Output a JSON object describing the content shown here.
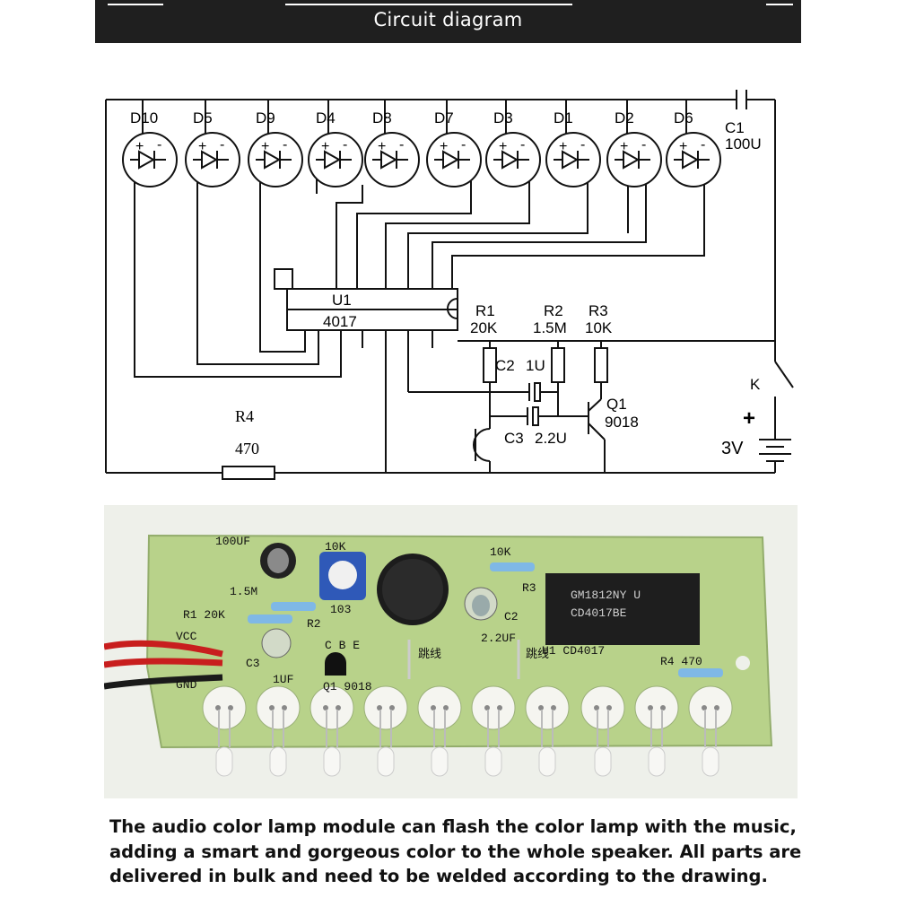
{
  "banner": {
    "title": "Circuit diagram"
  },
  "schematic": {
    "leds": [
      "D10",
      "D5",
      "D9",
      "D4",
      "D8",
      "D7",
      "D3",
      "D1",
      "D2",
      "D6"
    ],
    "led_polarity": {
      "plus": "+",
      "minus": "-"
    },
    "c1": {
      "name": "C1",
      "value": "100U"
    },
    "u1": {
      "name": "U1",
      "part": "4017"
    },
    "r1": {
      "name": "R1",
      "value": "20K"
    },
    "r2": {
      "name": "R2",
      "value": "1.5M"
    },
    "r3": {
      "name": "R3",
      "value": "10K"
    },
    "r4": {
      "name": "R4",
      "value": "470"
    },
    "c2": {
      "name": "C2",
      "value": "1U"
    },
    "c3": {
      "name": "C3",
      "value": "2.2U"
    },
    "q1": {
      "name": "Q1",
      "part": "9018"
    },
    "switch": {
      "name": "K"
    },
    "battery": {
      "plus": "+",
      "voltage": "3V"
    }
  },
  "pcb": {
    "labels": {
      "c1": "100UF",
      "r2": "1.5M",
      "r1": "R1 20K",
      "r2b": "R2",
      "vcc": "VCC",
      "gnd": "GND",
      "c3": "C3",
      "iuf": "1UF",
      "cbe": "C B E",
      "q1": "Q1 9018",
      "pot": "10K",
      "pot2": "103",
      "r3": "10K",
      "r3b": "R3",
      "c2": "C2",
      "c2v": "2.2UF",
      "ic_top": "GM1812NY U",
      "ic_part": "CD4017BE",
      "u1": "U1 CD4017",
      "r4": "R4 470",
      "jump1": "跳线",
      "jump2": "跳线"
    }
  },
  "caption": {
    "line1": "The audio color lamp module can flash the color lamp with the music,",
    "line2": "adding a smart and gorgeous color to the whole speaker. All parts are",
    "line3": "delivered in bulk and need to be welded according to the drawing."
  }
}
